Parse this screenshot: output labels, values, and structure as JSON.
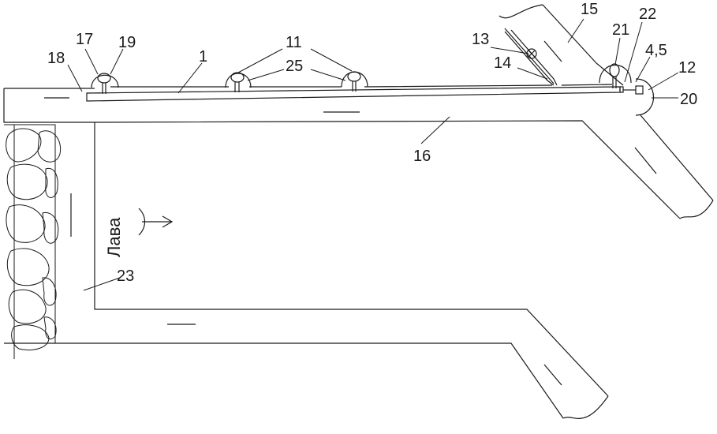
{
  "labels": {
    "l1": "1",
    "l4_5": "4,5",
    "l11": "11",
    "l12": "12",
    "l13": "13",
    "l14": "14",
    "l15": "15",
    "l16": "16",
    "l17": "17",
    "l18": "18",
    "l19": "19",
    "l20": "20",
    "l21": "21",
    "l22": "22",
    "l23": "23",
    "l25": "25"
  },
  "face_label": "Лава"
}
